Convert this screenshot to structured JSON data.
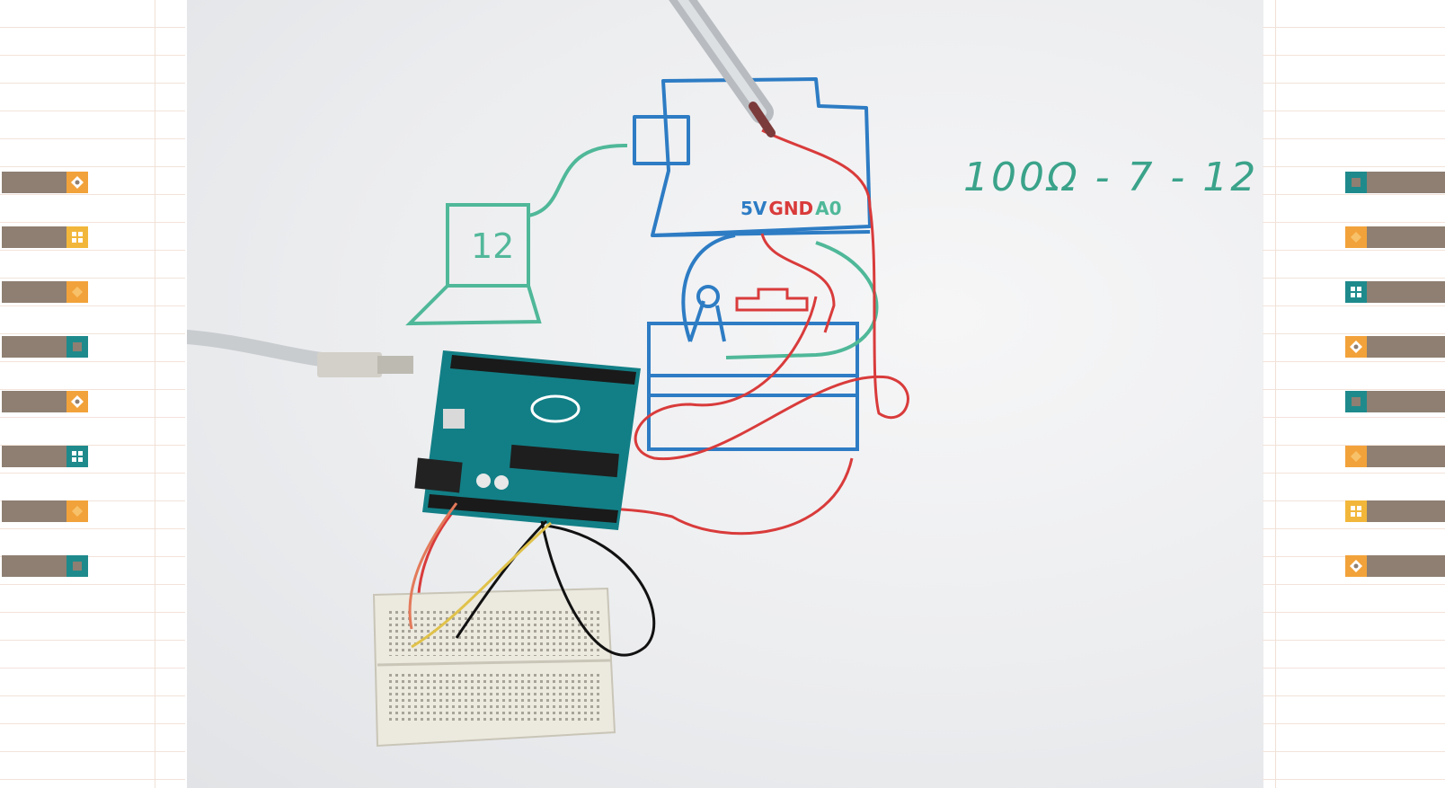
{
  "video": {
    "whiteboard": {
      "formula_text": "100Ω - 7 - 12",
      "monitor_label": "12",
      "pin_5v": "5V",
      "pin_gnd": "GND",
      "pin_a0": "A0"
    }
  },
  "colors": {
    "tab_brown": "#8e7f72",
    "badge_orange": "#f2a23a",
    "badge_yellow": "#f2b73a",
    "badge_teal": "#1f8a8c",
    "marker_blue": "#2d7cc4",
    "marker_green": "#4fb898",
    "wire_red": "#d93b3b"
  },
  "left_tabs": [
    {
      "icon": "diamond-dot-icon",
      "color": "#f2a23a"
    },
    {
      "icon": "four-dots-icon",
      "color": "#f2b73a"
    },
    {
      "icon": "diamond-icon",
      "color": "#f2a23a"
    },
    {
      "icon": "square-icon",
      "color": "#1f8a8c"
    },
    {
      "icon": "diamond-dot-icon",
      "color": "#f2a23a"
    },
    {
      "icon": "four-dots-icon",
      "color": "#1f8a8c"
    },
    {
      "icon": "diamond-icon",
      "color": "#f2a23a"
    },
    {
      "icon": "square-icon",
      "color": "#1f8a8c"
    }
  ],
  "right_tabs": [
    {
      "icon": "square-icon",
      "color": "#1f8a8c"
    },
    {
      "icon": "diamond-icon",
      "color": "#f2a23a"
    },
    {
      "icon": "four-dots-icon",
      "color": "#1f8a8c"
    },
    {
      "icon": "diamond-dot-icon",
      "color": "#f2a23a"
    },
    {
      "icon": "square-icon",
      "color": "#1f8a8c"
    },
    {
      "icon": "diamond-icon",
      "color": "#f2a23a"
    },
    {
      "icon": "four-dots-icon",
      "color": "#f2b73a"
    },
    {
      "icon": "diamond-dot-icon",
      "color": "#f2a23a"
    }
  ]
}
